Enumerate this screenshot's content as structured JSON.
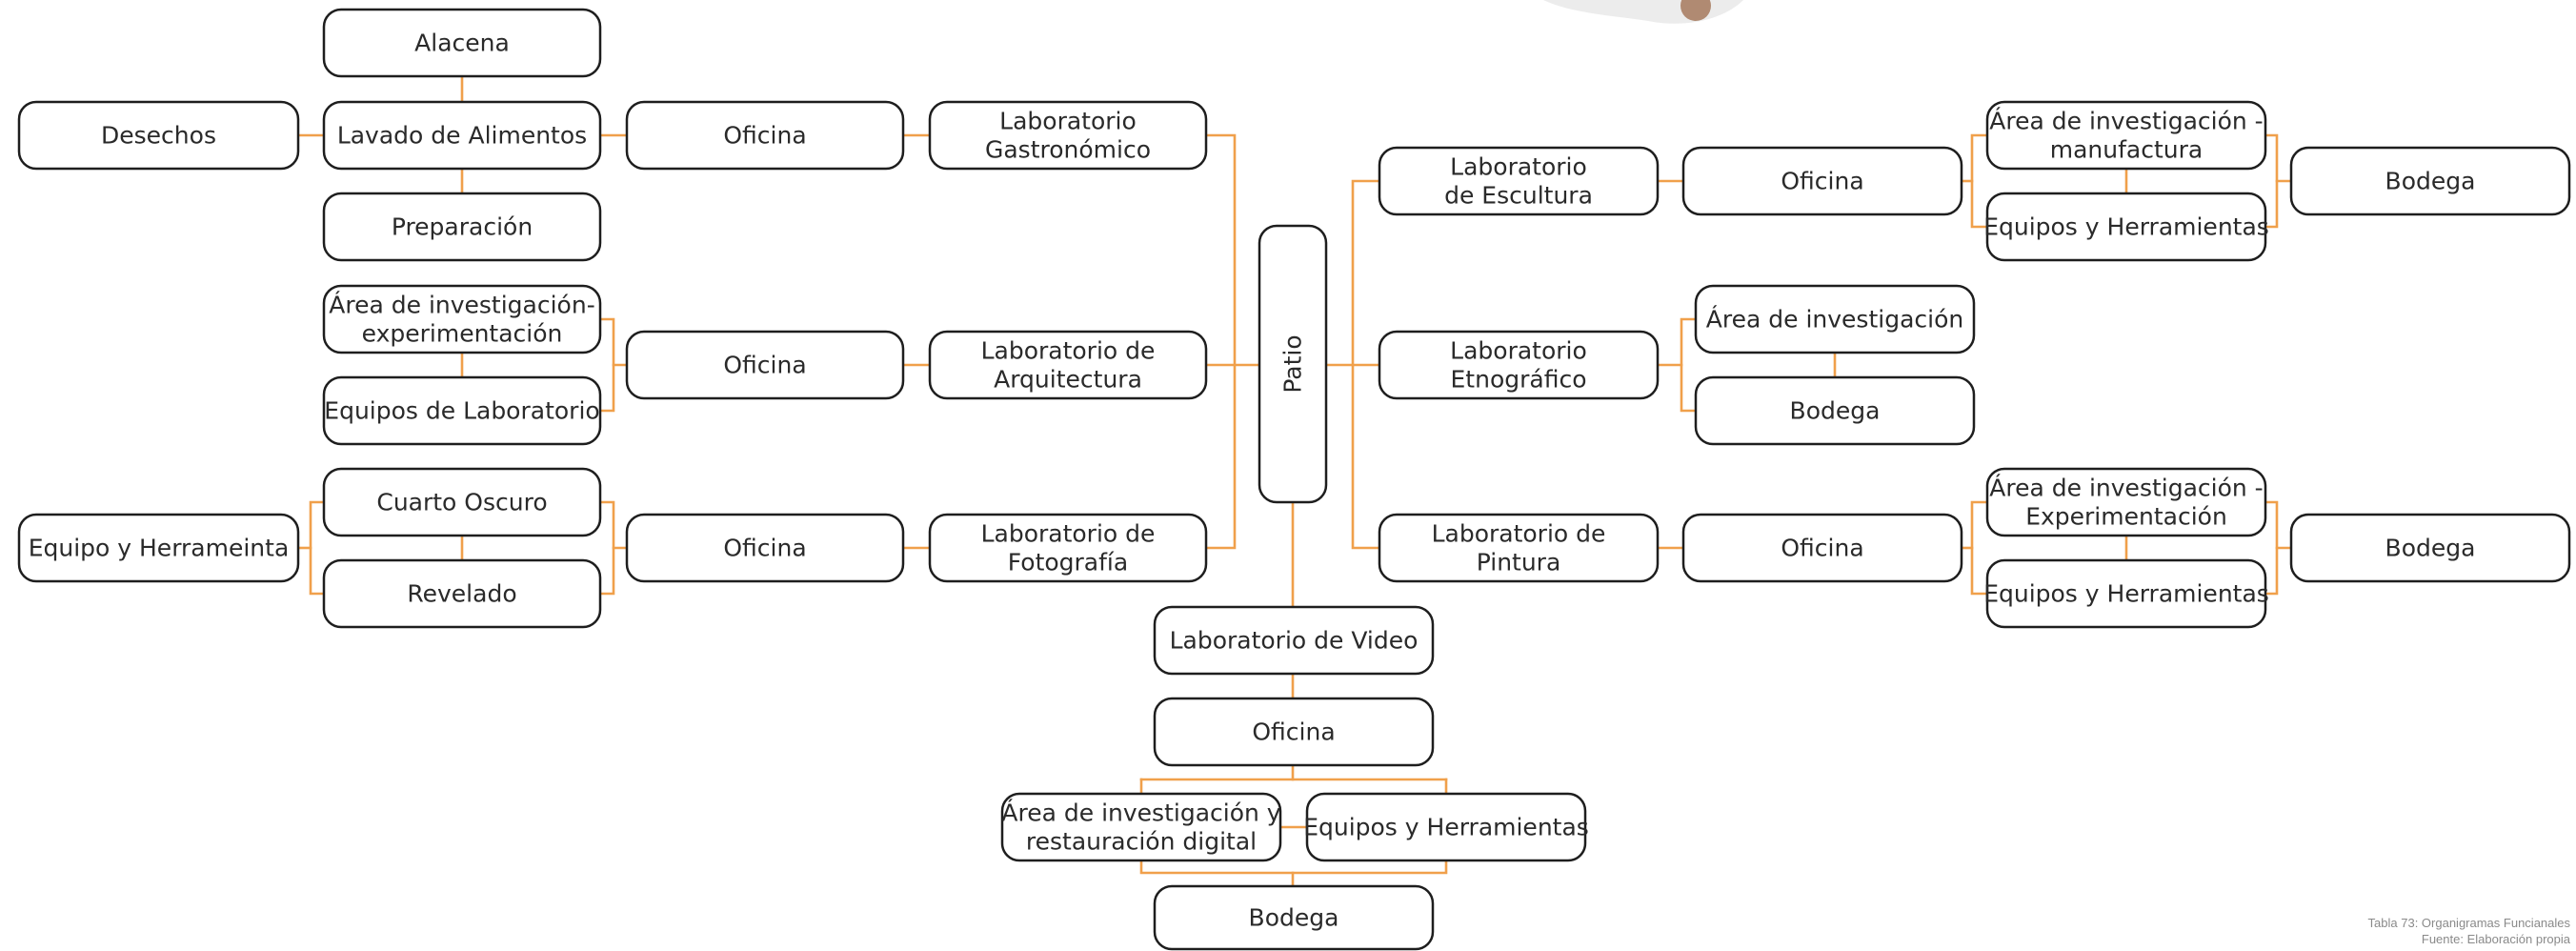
{
  "nodes": {
    "alacena": [
      "Alacena"
    ],
    "desechos": [
      "Desechos"
    ],
    "lavado": [
      "Lavado de Alimentos"
    ],
    "oficina_gastro": [
      "Oficina"
    ],
    "lab_gastro": [
      "Laboratorio",
      "Gastronómico"
    ],
    "preparacion": [
      "Preparación"
    ],
    "area_exp": [
      "Área de investigación-",
      "experimentación"
    ],
    "equipos_lab": [
      "Equipos de Laboratorio"
    ],
    "oficina_arq": [
      "Oficina"
    ],
    "lab_arq": [
      "Laboratorio de",
      "Arquitectura"
    ],
    "cuarto": [
      "Cuarto Oscuro"
    ],
    "revelado": [
      "Revelado"
    ],
    "equipo_herr": [
      "Equipo y Herrameinta"
    ],
    "oficina_foto": [
      "Oficina"
    ],
    "lab_foto": [
      "Laboratorio de",
      "Fotografía"
    ],
    "patio": [
      "Patio"
    ],
    "lab_esc": [
      "Laboratorio",
      "de Escultura"
    ],
    "oficina_esc": [
      "Oficina"
    ],
    "area_manu": [
      "Área de investigación -",
      "manufactura"
    ],
    "equipos_esc": [
      "Equipos y Herramientas"
    ],
    "bodega_esc": [
      "Bodega"
    ],
    "lab_etno": [
      "Laboratorio",
      "Etnográfico"
    ],
    "area_inv_etno": [
      "Área de investigación"
    ],
    "bodega_etno": [
      "Bodega"
    ],
    "lab_pint": [
      "Laboratorio de",
      "Pintura"
    ],
    "oficina_pint": [
      "Oficina"
    ],
    "area_exp_pint": [
      "Área de investigación -",
      "Experimentación"
    ],
    "equipos_pint": [
      "Equipos y Herramientas"
    ],
    "bodega_pint": [
      "Bodega"
    ],
    "lab_video": [
      "Laboratorio de Video"
    ],
    "oficina_video": [
      "Oficina"
    ],
    "area_rest": [
      "Área de investigación y",
      "restauración digital"
    ],
    "equipos_video": [
      "Equipos y Herramientas"
    ],
    "bodega_video": [
      "Bodega"
    ]
  },
  "caption": {
    "line1": "Tabla 73: Organigramas Funcianales",
    "line2": "Fuente: Elaboración propia"
  },
  "colors": {
    "connector": "#f0a04b",
    "border": "#1e1e1e",
    "text": "#2a2a2a"
  }
}
